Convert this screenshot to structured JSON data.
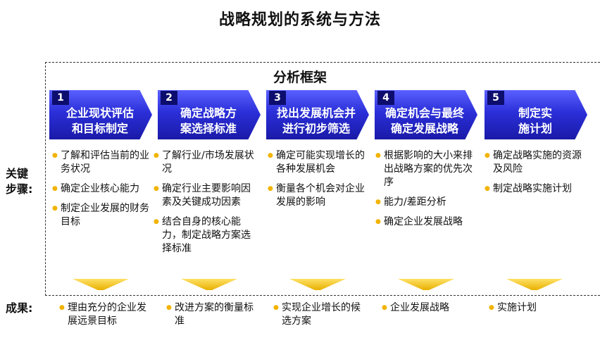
{
  "title": "战略规划的系统与方法",
  "frame_title": "分析框架",
  "labels": {
    "key_steps": "关键\n步骤:",
    "results": "成果:"
  },
  "steps": [
    {
      "number": "1",
      "title": "企业现状评估\n和目标制定",
      "bullets": [
        "了解和评估当前的业务状况",
        "确定企业核心能力",
        "制定企业发展的财务目标"
      ],
      "result": "理由充分的企业发展远景目标"
    },
    {
      "number": "2",
      "title": "确定战略方\n案选择标准",
      "bullets": [
        "了解行业/市场发展状况",
        "确定行业主要影响因素及关键成功因素",
        "结合自身的核心能力，制定战略方案选择标准"
      ],
      "result": "改进方案的衡量标准"
    },
    {
      "number": "3",
      "title": "找出发展机会并\n进行初步筛选",
      "bullets": [
        "确定可能实现增长的各种发展机会",
        "衡量各个机会对企业发展的影响"
      ],
      "result": "实现企业增长的候选方案"
    },
    {
      "number": "4",
      "title": "确定机会与最终\n确定发展战略",
      "bullets": [
        "根据影响的大小来排出战略方案的优先次序",
        "能力/差距分析",
        "确定企业发展战略"
      ],
      "result": "企业发展战略"
    },
    {
      "number": "5",
      "title": "制定实\n施计划",
      "bullets": [
        "确定战略实施的资源及风险",
        "制定战略实施计划"
      ],
      "result": "实施计划"
    }
  ]
}
